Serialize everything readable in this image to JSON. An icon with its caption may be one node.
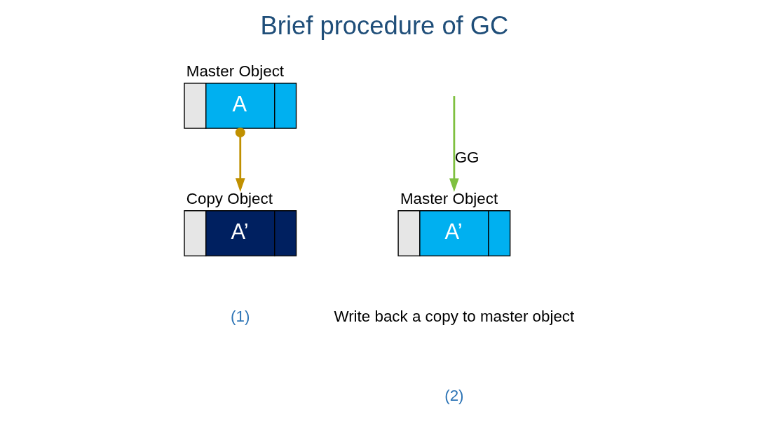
{
  "diagram": {
    "title": "Brief procedure of GC",
    "nodes": [
      {
        "text": [
          "A"
        ],
        "beside": [
          "Master Object"
        ]
      },
      {
        "text": [
          "A’"
        ],
        "beside": [
          "Copy Object"
        ]
      },
      {
        "text": [
          "A’"
        ],
        "beside": [
          "Master Object"
        ]
      }
    ],
    "edges": [
      {
        "from": 0,
        "to": 1,
        "arrow": "to",
        "color": "#c09000"
      },
      {
        "from": null,
        "to": 2,
        "arrow": "to",
        "label": "GG",
        "color": "#7fc040"
      }
    ],
    "labels": [
      "Write back a copy to master object",
      "(1)",
      "(2)"
    ]
  }
}
